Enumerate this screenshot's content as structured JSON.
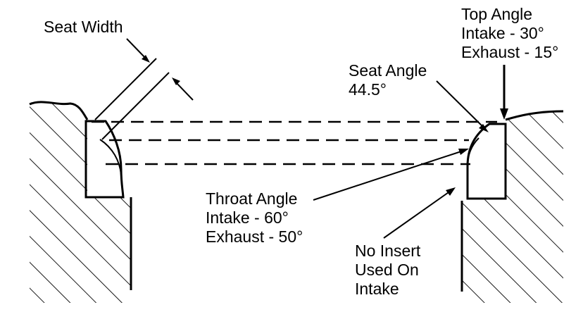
{
  "labels": {
    "seat_width": "Seat Width",
    "top_angle": [
      "Top Angle",
      "Intake - 30°",
      "Exhaust - 15°"
    ],
    "seat_angle": [
      "Seat Angle",
      "44.5°"
    ],
    "throat_angle": [
      "Throat Angle",
      "Intake - 60°",
      "Exhaust - 50°"
    ],
    "no_insert": [
      "No Insert",
      "Used On",
      "Intake"
    ]
  },
  "colors": {
    "ink": "#000000",
    "background": "#ffffff"
  }
}
